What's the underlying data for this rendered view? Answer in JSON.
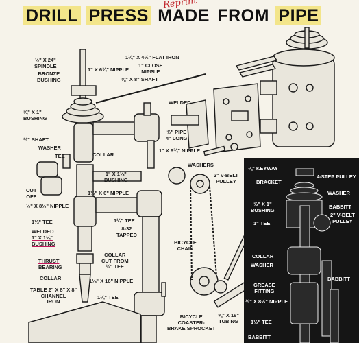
{
  "header": {
    "title_parts": [
      "DRILL",
      "PRESS",
      "MADE",
      "FROM",
      "PIPE"
    ],
    "handwritten_note": "Reprint"
  },
  "labels": {
    "spindle": "½\" X 24\"\nSPINDLE",
    "bronze_bushing": "BRONZE\nBUSHING",
    "bushing_34x1": "¾\" X 1\"\nBUSHING",
    "shaft_half": "½\" SHAFT",
    "washer_1": "WASHER",
    "tee_1": "TEE",
    "cut_off": "CUT\nOFF",
    "nipple_half_8half": "½\" X 8½\" NIPPLE",
    "tee_114_a": "1¼\" TEE",
    "welded_1": "WELDED",
    "bushing_1x114": "1\" X 1¼\"\nBUSHING",
    "thrust_bearing": "THRUST\nBEARING",
    "collar_1": "COLLAR",
    "table": "TABLE 2\" X 8\" X 8\"\nCHANNEL\nIRON",
    "nipple_1x634_a": "1\" X 6¾\" NIPPLE",
    "flat_iron": "1¼\" X 4½\" FLAT IRON",
    "close_nipple": "1\" CLOSE\nNIPPLE",
    "shaft_38x8": "⅜\" X 8\" SHAFT",
    "welded_2": "WELDED",
    "pipe_34": "¾\" PIPE\n4\" LONG",
    "nipple_1x634_b": "1\" X 6¾\" NIPPLE",
    "washers": "WASHERS",
    "collar_2": "COLLAR",
    "bushing_1x114_b": "1\" X 1¼\"\nBUSHING",
    "nipple_114x6": "1¼\" X 6\" NIPPLE",
    "tee_114_b": "1¼\" TEE",
    "tapped": "8-32\nTAPPED",
    "collar_cut": "COLLAR\nCUT FROM\n½\" TEE",
    "nipple_114x16": "1¼\" X 16\" NIPPLE",
    "tee_114_c": "1¼\" TEE",
    "vbelt_pulley": "2\" V-BELT\nPULLEY",
    "bicycle_chain": "BICYCLE\nCHAIN",
    "coaster_sprocket": "BICYCLE\nCOASTER-\nBRAKE SPROCKET",
    "tubing": "⅝\" X 16\"\nTUBING"
  },
  "inset_labels": {
    "keyway": "⅛\" KEYWAY",
    "pulley_4step": "4-STEP PULLEY",
    "bracket": "BRACKET",
    "washer": "WASHER",
    "babbitt_1": "BABBITT",
    "bushing": "¾\" X 1\"\nBUSHING",
    "vbelt": "2\" V-BELT\nPULLEY",
    "tee": "1\" TEE",
    "collar": "COLLAR",
    "washer_2": "WASHER",
    "babbitt_2": "BABBITT",
    "grease": "GREASE\nFITTING",
    "nipple": "½\" X 8½\" NIPPLE",
    "tee_114": "1¼\" TEE",
    "babbitt_3": "BABBITT"
  },
  "colors": {
    "title_highlight": "#f3e58a",
    "ink": "#1a1a1a",
    "inset_bg": "#151515",
    "underline": "#c2185b"
  }
}
